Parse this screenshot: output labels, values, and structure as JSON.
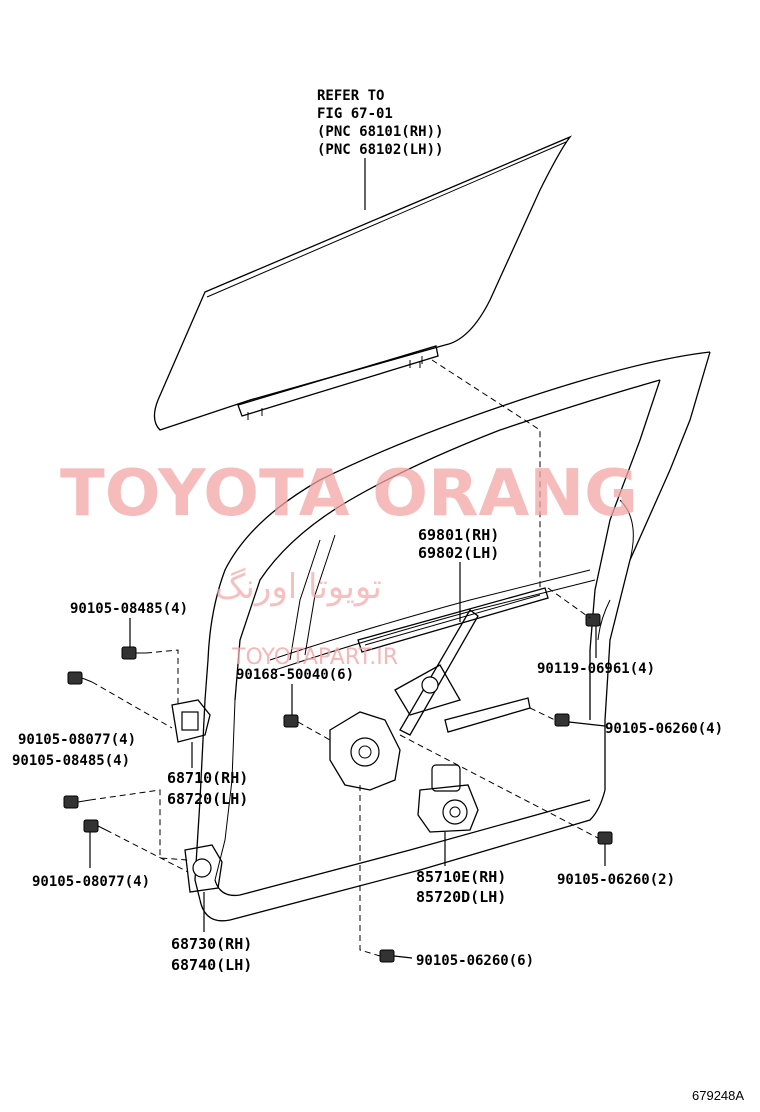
{
  "refer": {
    "line1": "REFER TO",
    "line2": "FIG 67-01",
    "line3": "(PNC 68101(RH))",
    "line4": "(PNC 68102(LH))"
  },
  "watermark": {
    "main": "TOYOTA ORANG",
    "persian": "تویوتا اورنگ",
    "site": "TOYOTAPART.IR"
  },
  "labels": {
    "p69801": "69801(RH)",
    "p69802": "69802(LH)",
    "p90105_08485_top": "90105-08485(4)",
    "p90119_06961": "90119-06961(4)",
    "p90168_50040": "90168-50040(6)",
    "p90105_08077_top": "90105-08077(4)",
    "p90105_06260_4": "90105-06260(4)",
    "p90105_08485_mid": "90105-08485(4)",
    "p68710": "68710(RH)",
    "p68720": "68720(LH)",
    "p90105_08077_bot": "90105-08077(4)",
    "p85710E": "85710E(RH)",
    "p85720D": "85720D(LH)",
    "p90105_06260_2": "90105-06260(2)",
    "p68730": "68730(RH)",
    "p68740": "68740(LH)",
    "p90105_06260_6": "90105-06260(6)"
  },
  "figure_code": "679248A"
}
